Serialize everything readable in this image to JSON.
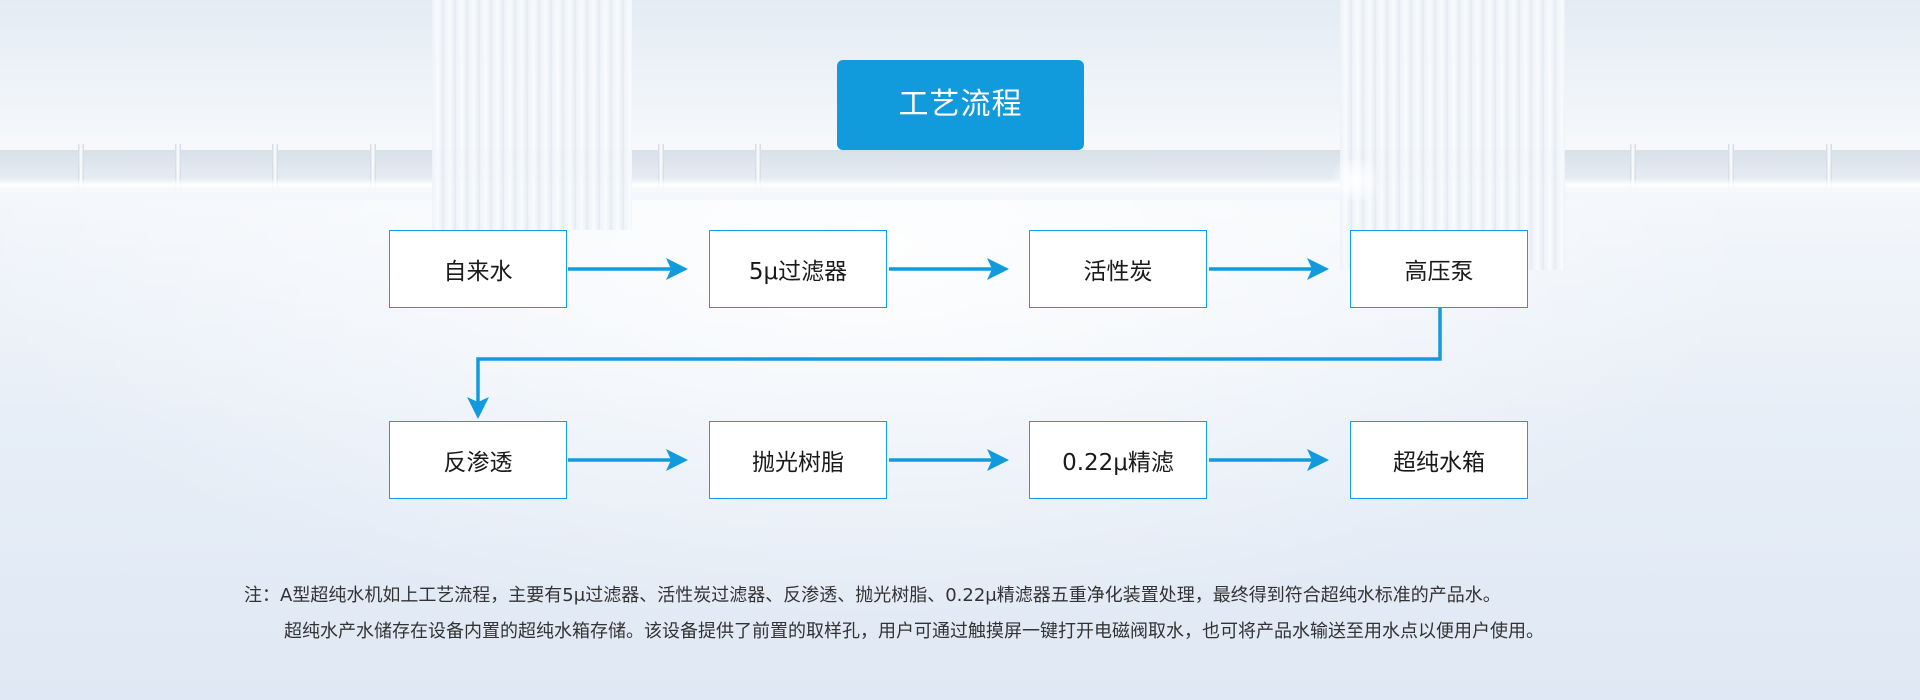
{
  "title": "工艺流程",
  "flow": {
    "row1": [
      "自来水",
      "5μ过滤器",
      "活性炭",
      "高压泵"
    ],
    "row2": [
      "反渗透",
      "抛光树脂",
      "0.22μ精滤",
      "超纯水箱"
    ]
  },
  "note": {
    "line1": "注：A型超纯水机如上工艺流程，主要有5μ过滤器、活性炭过滤器、反渗透、抛光树脂、0.22μ精滤器五重净化装置处理，最终得到符合超纯水标准的产品水。",
    "line2": "超纯水产水储存在设备内置的超纯水箱存储。该设备提供了前置的取样孔，用户可通过触摸屏一键打开电磁阀取水，也可将产品水输送至用水点以便用户使用。"
  },
  "colors": {
    "accent": "#129bdc",
    "border": "#14a0e0",
    "arrow": "#129bdc"
  }
}
